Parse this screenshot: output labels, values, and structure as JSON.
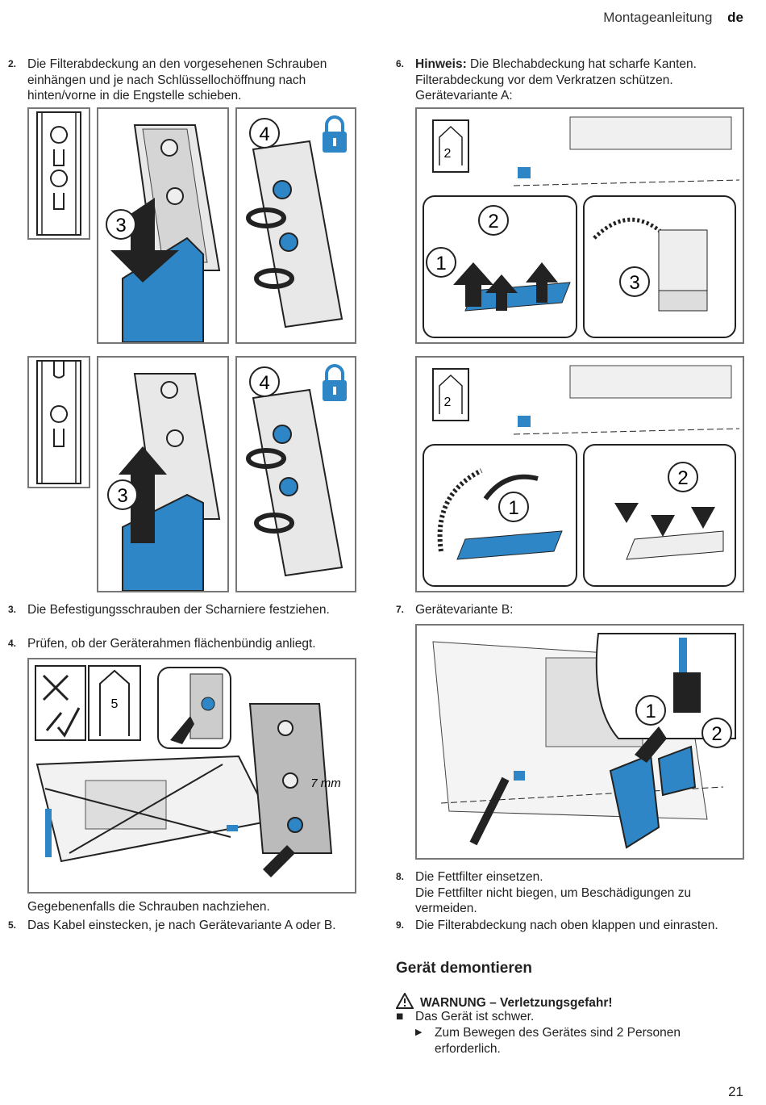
{
  "header": {
    "title": "Montageanleitung",
    "lang": "de"
  },
  "page_number": "21",
  "steps": {
    "s2": {
      "num": "2.",
      "text": "Die Filterabdeckung an den vorgesehenen Schrauben einhängen und je nach Schlüssellochöffnung nach hinten/vorne in die Engstelle schieben."
    },
    "s3": {
      "num": "3.",
      "text": "Die Befestigungsschrauben der Scharniere festziehen."
    },
    "s4": {
      "num": "4.",
      "text": "Prüfen, ob der Geräterahmen flächenbündig anliegt."
    },
    "s4b": {
      "text": "Gegebenenfalls die Schrauben nachziehen."
    },
    "s5": {
      "num": "5.",
      "text": "Das Kabel einstecken, je nach Gerätevariante A oder B."
    },
    "s6": {
      "num": "6.",
      "bold": "Hinweis:",
      "text": " Die Blechabdeckung hat scharfe Kanten. Filterabdeckung vor dem Verkratzen schützen. Gerätevariante A:"
    },
    "s7": {
      "num": "7.",
      "text": "Gerätevariante B:"
    },
    "s8": {
      "num": "8.",
      "line1": "Die Fettfilter einsetzen.",
      "line2": "Die Fettfilter nicht biegen, um Beschädigungen zu vermeiden."
    },
    "s9": {
      "num": "9.",
      "text": "Die Filterabdeckung nach oben klappen und einrasten."
    }
  },
  "section": {
    "title": "Gerät demontieren"
  },
  "warning": {
    "label": "WARNUNG – Verletzungsgefahr!",
    "item": "Das Gerät ist schwer.",
    "sub": "Zum Bewegen des Gerätes sind 2 Personen erforderlich."
  },
  "figure_labels": {
    "n1": "1",
    "n2": "2",
    "n3": "3",
    "n4": "4",
    "n5": "5",
    "mm": "7 mm"
  },
  "colors": {
    "blue": "#2f86c6",
    "dark": "#222222",
    "frame": "#777777"
  }
}
